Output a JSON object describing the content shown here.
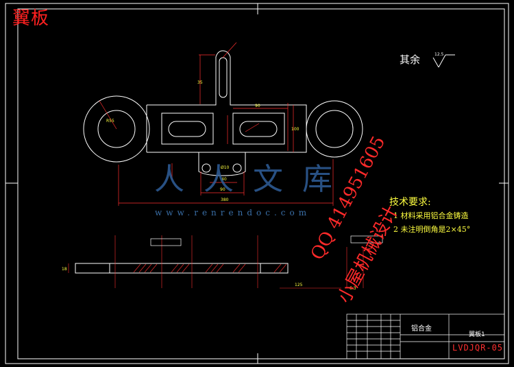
{
  "title": "翼板",
  "surface_note": "其余",
  "surface_value": "12.5",
  "requirements": {
    "heading": "技术要求:",
    "items": [
      "1 材料采用铝合金铸造",
      "2 未注明倒角是2×45°"
    ]
  },
  "title_block": {
    "material": "铝合金",
    "part_name": "翼板1",
    "drawing_code": "LVDJQR-05"
  },
  "watermark": {
    "site": "www.renrendoc.com",
    "logo": "人人文库",
    "qq": "QQ 414951605",
    "shop": "小屋机械设计"
  },
  "dimensions": [
    "18",
    "380",
    "90",
    "35",
    "40",
    "Ø10",
    "6.3",
    "125",
    "R55"
  ],
  "colors": {
    "background": "#000000",
    "outline": "#ffffff",
    "dimension": "#ff3030",
    "text_yellow": "#ffff40"
  }
}
